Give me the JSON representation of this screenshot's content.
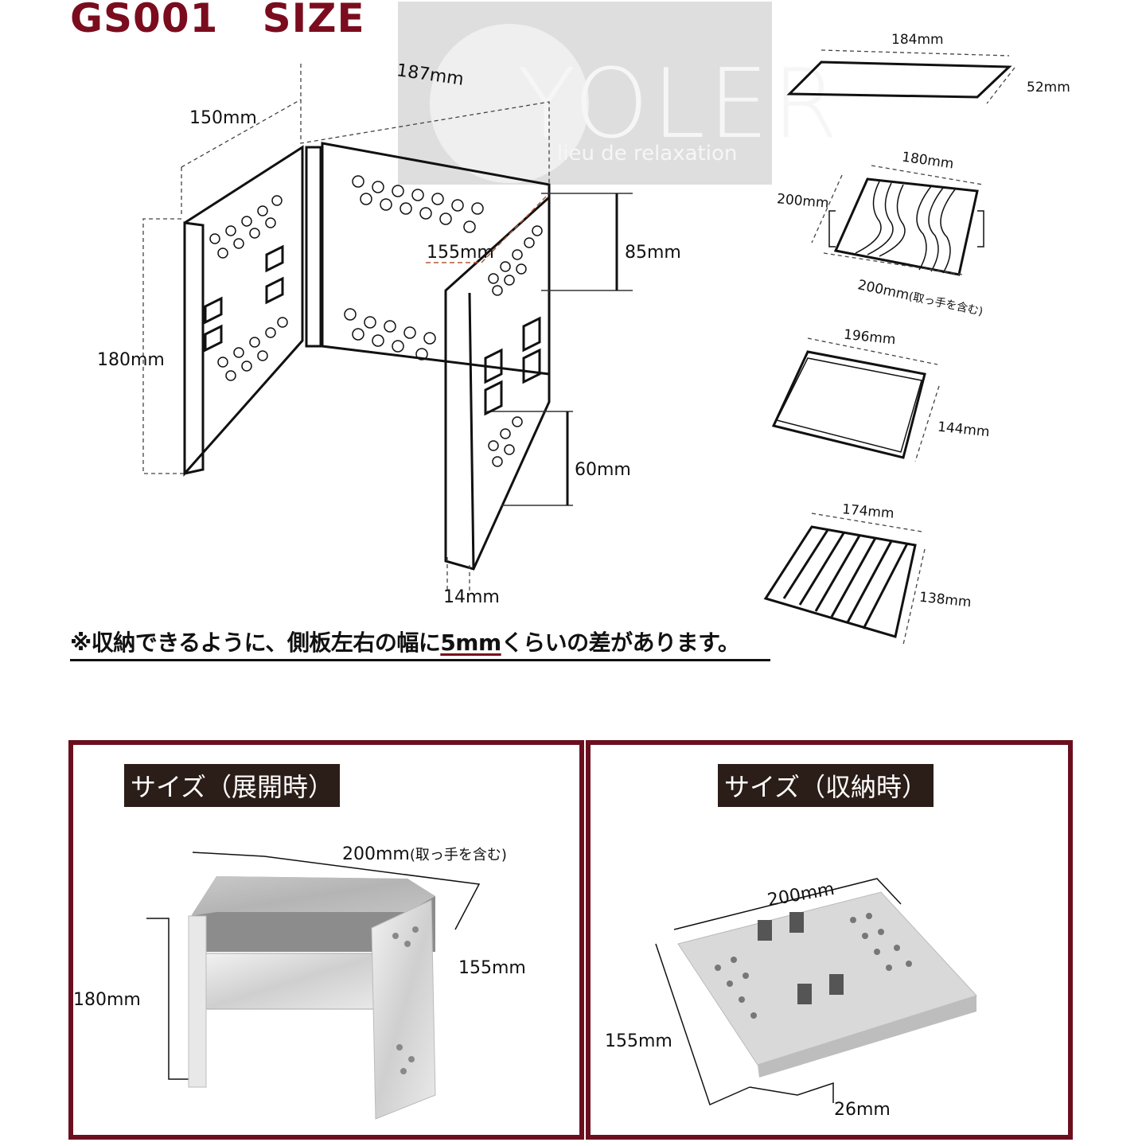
{
  "header": {
    "model": "GS001",
    "title": "SIZE",
    "title_color": "#7a0c1e"
  },
  "watermark": {
    "brand": "YOLER",
    "tagline": "lieu de relaxation"
  },
  "main_diagram": {
    "dims": {
      "depth": "150mm",
      "width": "187mm",
      "height": "180mm",
      "inner_width": "155mm",
      "upper_opening": "85mm",
      "lower_opening": "60mm",
      "bottom_offset": "14mm"
    }
  },
  "parts": [
    {
      "name": "ash-plate",
      "width": "184mm",
      "depth": "52mm"
    },
    {
      "name": "wavy-grill",
      "width": "180mm",
      "depth": "200mm",
      "overall": "200mm",
      "overall_note": "(取っ手を含む)"
    },
    {
      "name": "fire-tray",
      "width": "196mm",
      "depth": "144mm"
    },
    {
      "name": "fire-grate",
      "width": "174mm",
      "depth": "138mm"
    }
  ],
  "note": {
    "prefix": "※収納できるように、側板左右の幅に",
    "highlight": "5mm",
    "suffix": "くらいの差があります。"
  },
  "panels": {
    "accent_color": "#6b0f1f",
    "label_bg": "#2b1d17",
    "expanded": {
      "label": "サイズ（展開時）",
      "width": "200mm",
      "width_note": "(取っ手を含む)",
      "depth": "155mm",
      "height": "180mm"
    },
    "stored": {
      "label": "サイズ（収納時）",
      "width": "200mm",
      "depth": "155mm",
      "thickness": "26mm"
    }
  }
}
